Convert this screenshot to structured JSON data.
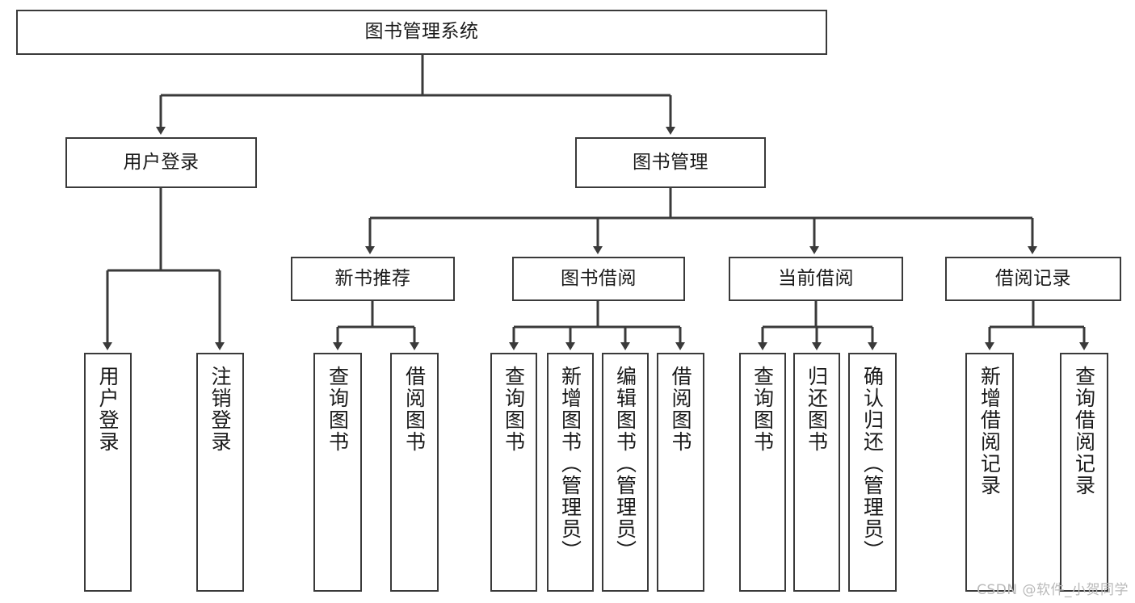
{
  "diagram": {
    "title": "图书管理系统",
    "type": "tree-hierarchy-chart",
    "watermark": "CSDN @软件_小贺同学",
    "colors": {
      "box_border": "#3a3a3a",
      "box_fill": "#ffffff",
      "connector": "#3a3a3a",
      "text": "#1a1a1a",
      "watermark": "#b9b9b9"
    },
    "root": {
      "label": "图书管理系统"
    },
    "level1": [
      {
        "label": "用户登录"
      },
      {
        "label": "图书管理"
      }
    ],
    "level2": [
      {
        "label": "新书推荐"
      },
      {
        "label": "图书借阅"
      },
      {
        "label": "当前借阅"
      },
      {
        "label": "借阅记录"
      }
    ],
    "leaves": {
      "user_login": [
        {
          "label": "用户登录"
        },
        {
          "label": "注销登录"
        }
      ],
      "new_book_recommend": [
        {
          "label": "查询图书"
        },
        {
          "label": "借阅图书"
        }
      ],
      "book_borrow": [
        {
          "label": "查询图书"
        },
        {
          "label": "新增图书（管理员）"
        },
        {
          "label": "编辑图书（管理员）"
        },
        {
          "label": "借阅图书"
        }
      ],
      "current_borrow": [
        {
          "label": "查询图书"
        },
        {
          "label": "归还图书"
        },
        {
          "label": "确认归还（管理员）"
        }
      ],
      "borrow_record": [
        {
          "label": "新增借阅记录"
        },
        {
          "label": "查询借阅记录"
        }
      ]
    }
  }
}
